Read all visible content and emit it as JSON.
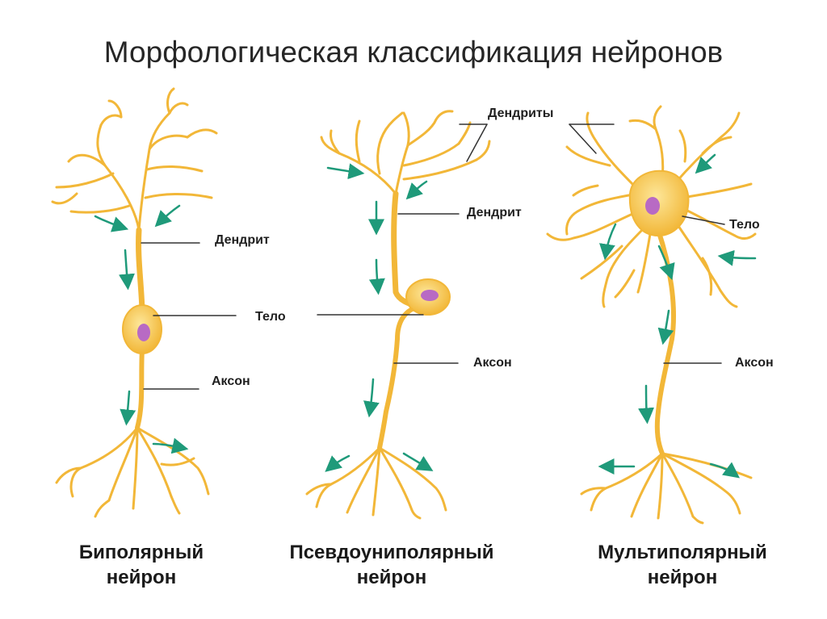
{
  "title": "Морфологическая классификация нейронов",
  "labels": {
    "bipolar_dendrite": "Дендрит",
    "bipolar_body": "Тело",
    "bipolar_axon": "Аксон",
    "pseudo_dendrites": "Дендриты",
    "pseudo_dendrite": "Дендрит",
    "pseudo_axon": "Аксон",
    "multi_body": "Тело",
    "multi_axon": "Аксон"
  },
  "captions": {
    "bipolar": [
      "Биполярный",
      "нейрон"
    ],
    "pseudounipolar": [
      "Псевдоуниполярный",
      "нейрон"
    ],
    "multipolar": [
      "Мультиполярный",
      "нейрон"
    ]
  },
  "colors": {
    "neuron_stroke": "#f2b738",
    "neuron_fill": "#f7c24a",
    "body_highlight": "#fde79a",
    "nucleus": "#b86ac4",
    "arrow": "#1f9a7a",
    "leader_line": "#333333"
  }
}
